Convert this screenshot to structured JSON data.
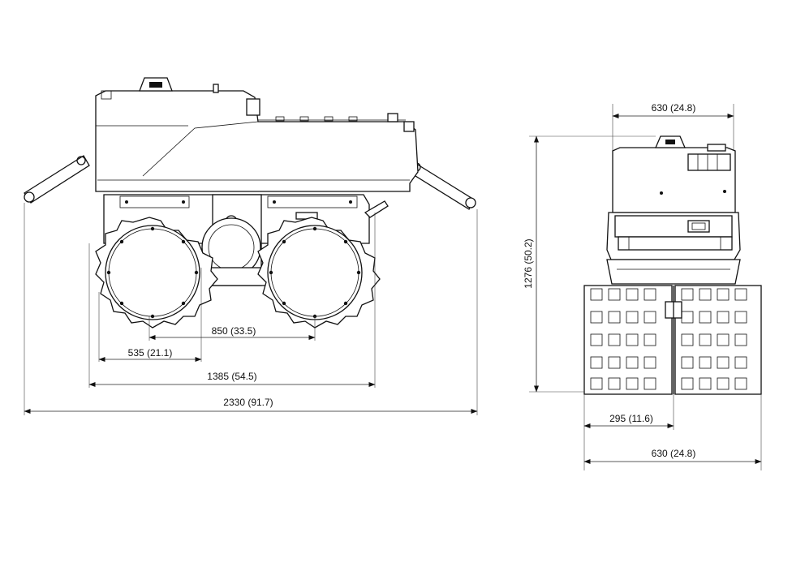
{
  "dimensions": {
    "wheelbase": "850 (33.5)",
    "axle_to_front": "535 (21.1)",
    "machine_body_length": "1385 (54.5)",
    "overall_length": "2330 (91.7)",
    "top_width": "630 (24.8)",
    "height": "1276 (50.2)",
    "half_drum_width": "295 (11.6)",
    "drum_width": "630 (24.8)"
  },
  "colors": {
    "line": "#111111",
    "background": "#ffffff"
  }
}
